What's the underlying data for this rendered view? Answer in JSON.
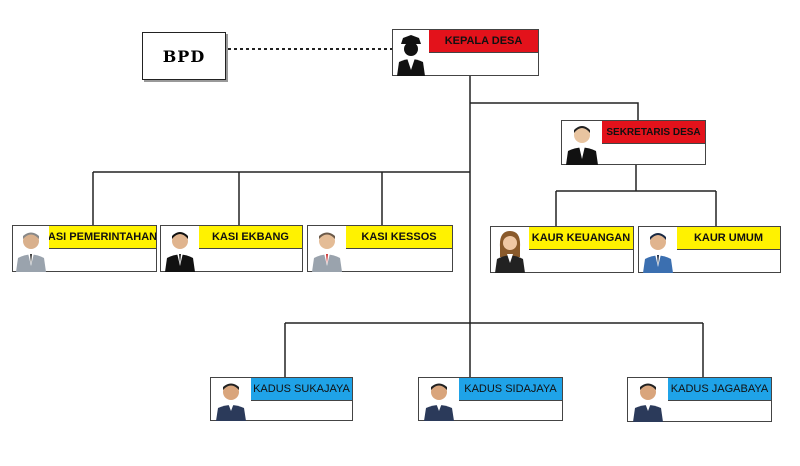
{
  "bpd": {
    "label": "BPD"
  },
  "positions": {
    "kepala_desa": "KEPALA DESA",
    "sekretaris_desa": "SEKRETARIS DESA",
    "kasi_pemerintahan": "ASI PEMERINTAHAN",
    "kasi_ekbang": "KASI EKBANG",
    "kasi_kessos": "KASI KESSOS",
    "kaur_keuangan": "KAUR KEUANGAN",
    "kaur_umum": "KAUR UMUM",
    "kadus_sukajaya": "KADUS SUKAJAYA",
    "kadus_sidajaya": "KADUS SIDAJAYA",
    "kadus_jagabaya": "KADUS JAGABAYA"
  },
  "colors": {
    "header_red": "#e3121b",
    "header_yellow": "#fff200",
    "header_blue": "#1fa3e8",
    "line": "#222222"
  }
}
